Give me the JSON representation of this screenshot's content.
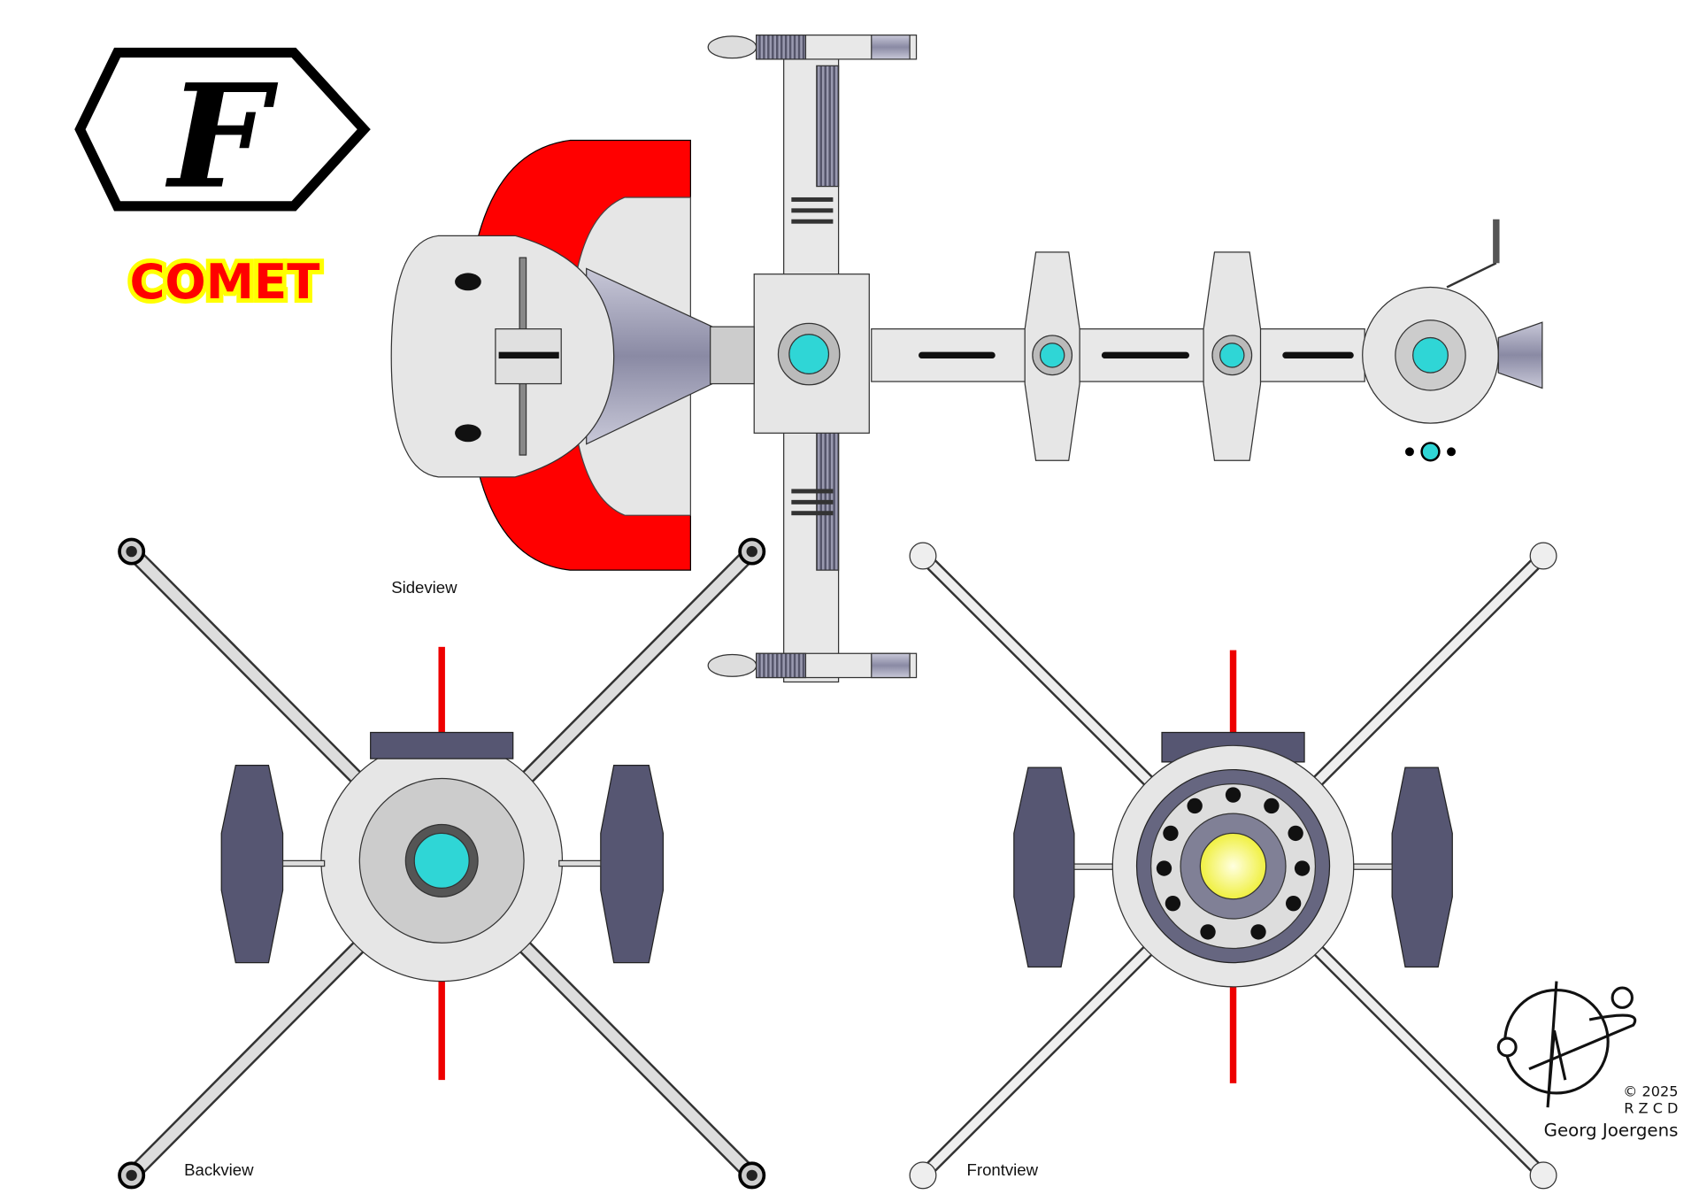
{
  "logo": {
    "letter": "F",
    "name": "COMET"
  },
  "labels": {
    "sideview": "Sideview",
    "backview": "Backview",
    "frontview": "Frontview"
  },
  "credits": {
    "copyright": "© 2025",
    "studio": "R Z C D",
    "author": "Georg Joergens"
  },
  "colors": {
    "red": "#ff0000",
    "hull": "#e6e6e6",
    "dark_panel": "#565672",
    "reactor": "#2fd6d6",
    "core_light": "#ffff66",
    "yellow_outline": "#ffff00"
  }
}
